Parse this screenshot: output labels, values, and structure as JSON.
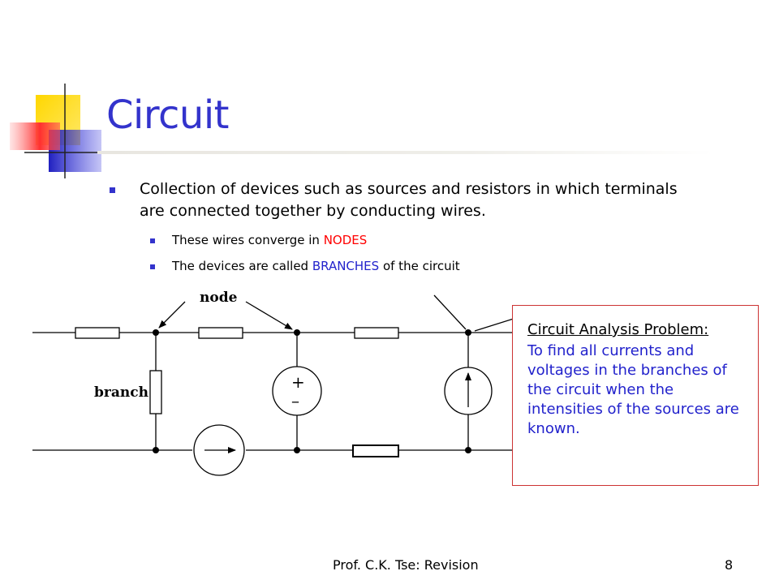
{
  "slide": {
    "title": "Circuit",
    "bullets": [
      {
        "text": "Collection of devices such as sources and resistors in which terminals are connected together by conducting wires.",
        "subs": [
          {
            "prefix": "These wires converge in ",
            "highlight": "NODES",
            "suffix": ""
          },
          {
            "prefix": "The devices are called ",
            "highlight": "BRANCHES",
            "suffix": " of the circuit"
          }
        ]
      }
    ]
  },
  "diagram": {
    "node_label": "node",
    "branch_label": "branch",
    "source_plus": "+",
    "source_minus": "–"
  },
  "callout": {
    "heading": "Circuit Analysis Problem:",
    "body": "To find all currents and voltages in the branches of the circuit when the intensities of the sources are known."
  },
  "footer": {
    "author": "Prof. C.K. Tse: Revision",
    "page": "8"
  },
  "colors": {
    "title": "#3333cc",
    "highlight_red": "#ff0000",
    "highlight_blue": "#2222cc",
    "callout_border": "#cc3333"
  }
}
